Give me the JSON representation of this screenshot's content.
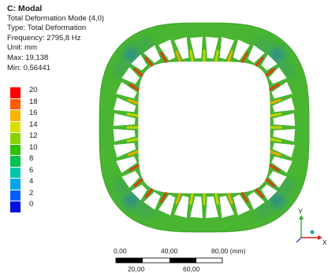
{
  "result": {
    "title": "C: Modal",
    "name": "Total Deformation Mode (4,0)",
    "type": "Type: Total Deformation",
    "frequency": "Frequency: 2795,8 Hz",
    "unit": "Unit: mm",
    "max": "Max: 19,138",
    "min": "Min: 0,56441"
  },
  "legend": {
    "ticks": [
      "20",
      "18",
      "16",
      "14",
      "12",
      "10",
      "8",
      "6",
      "4",
      "2",
      "0"
    ],
    "colors": [
      "#ff0000",
      "#ff5a00",
      "#ffb300",
      "#d9e000",
      "#86d300",
      "#2fc000",
      "#00c050",
      "#00c4a8",
      "#00a6e8",
      "#0060ff",
      "#0010e0"
    ]
  },
  "scale": {
    "top_labels": [
      "0,00",
      "40,00",
      "80,00 (mm)"
    ],
    "bottom_labels": [
      "20,00",
      "60,00"
    ]
  },
  "axis": {
    "y_label": "Y",
    "x_label": "X"
  },
  "colors": {
    "body": "#49b530",
    "body_dark": "#3e9f28",
    "hot": "#e03a10",
    "warm": "#f2b000",
    "cold": "#1e73d0"
  }
}
